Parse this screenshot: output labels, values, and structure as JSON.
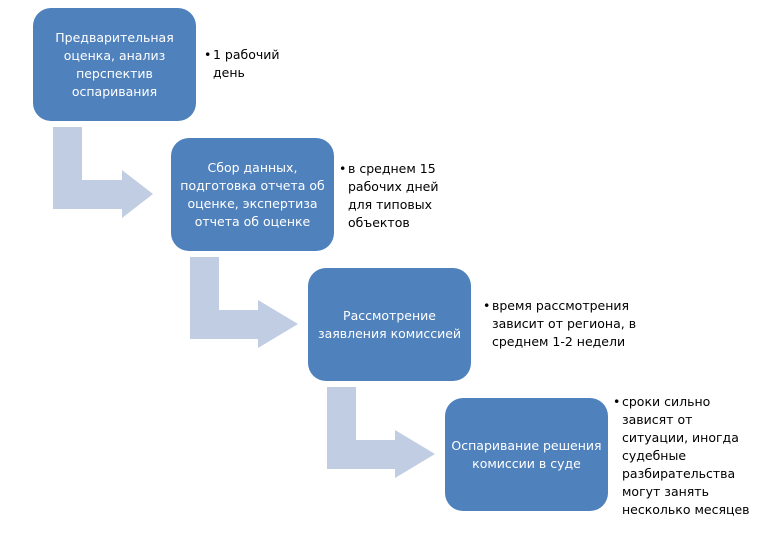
{
  "diagram": {
    "type": "step-process",
    "colors": {
      "box_fill": "#4f81bd",
      "box_text": "#ffffff",
      "arrow_fill": "#c1cde2",
      "note_text": "#000000"
    },
    "steps": [
      {
        "label": "Предварительная оценка, анализ перспектив оспаривания",
        "note": "1 рабочий день"
      },
      {
        "label": "Сбор данных, подготовка отчета об оценке, экспертиза отчета об оценке",
        "note": "в среднем 15 рабочих дней для типовых объектов"
      },
      {
        "label": "Рассмотрение заявления комиссией",
        "note": "время рассмотрения зависит от региона, в среднем 1-2 недели"
      },
      {
        "label": "Оспаривание решения комиссии в суде",
        "note": "сроки сильно зависят от ситуации, иногда судебные разбирательства могут занять несколько месяцев"
      }
    ],
    "bullet": "•"
  }
}
